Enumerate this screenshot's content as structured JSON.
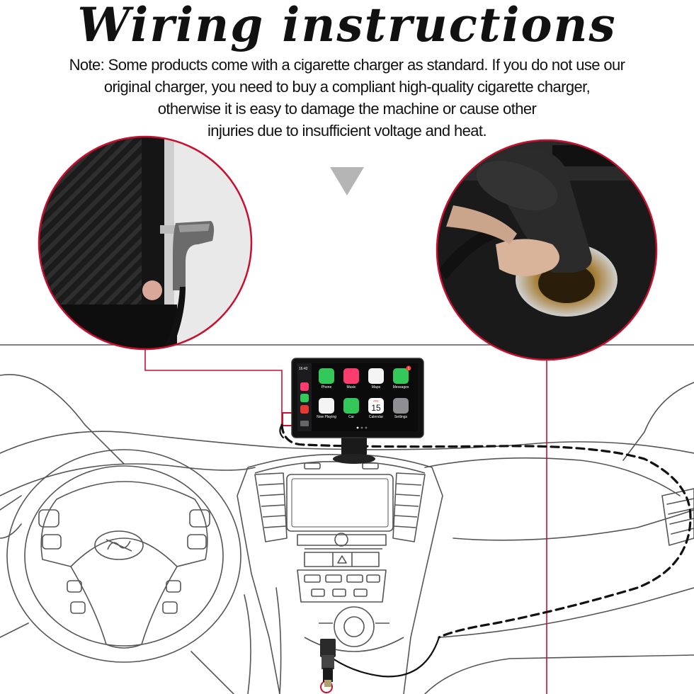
{
  "header": {
    "title": "Wiring instructions",
    "note_lines": [
      "Note: Some products come with a cigarette charger as standard. If you do not use our",
      "original charger, you need to buy a compliant high-quality cigarette charger,",
      "otherwise it is easy to damage the machine or cause other",
      "injuries due to insufficient voltage and heat."
    ]
  },
  "device_screen": {
    "status": "16:42",
    "apps": [
      {
        "label": "Phone",
        "color": "#34c759"
      },
      {
        "label": "Music",
        "color": "#fc3c6e"
      },
      {
        "label": "Maps",
        "color": "#f4f4f4"
      },
      {
        "label": "Messages",
        "color": "#34c759"
      },
      {
        "label": "Now Playing",
        "color": "#f4f4f4"
      },
      {
        "label": "Car",
        "color": "#34c759"
      },
      {
        "label": "Calendar",
        "color": "#ffffff"
      },
      {
        "label": "Settings",
        "color": "#8e8e93"
      }
    ],
    "calendar_day": "15",
    "calendar_weekday": "FRI",
    "badge": "1"
  },
  "colors": {
    "callout_line": "#c8102e",
    "cable": "#111111",
    "outline": "#555555",
    "arrow": "#b5b5b5"
  },
  "icons": [
    "down-arrow-icon",
    "car-logo-icon",
    "hazard-triangle-icon"
  ]
}
